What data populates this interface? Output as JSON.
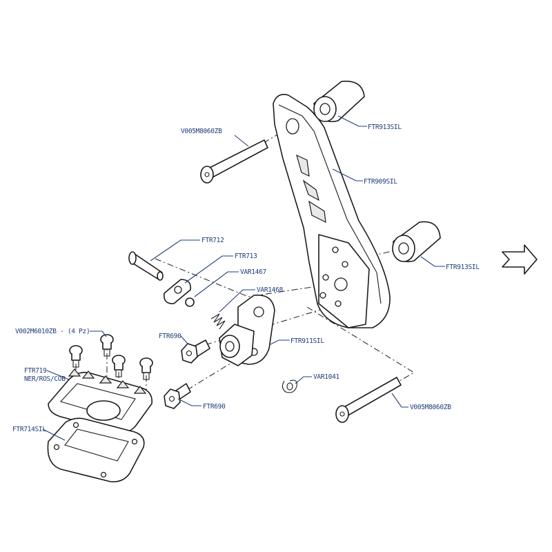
{
  "labels": {
    "v005_top": "V005M8060ZB",
    "ftr913_top": "FTR913SIL",
    "ftr909": "FTR909SIL",
    "ftr913_mid": "FTR913SIL",
    "ftr712": "FTR712",
    "ftr713": "FTR713",
    "var1467": "VAR1467",
    "var1468": "VAR1468",
    "v002": "V002M6010ZB - (4 Pz)",
    "ftr690_a": "FTR690",
    "ftr911": "FTR911SIL",
    "ftr719_line1": "FTR719",
    "ftr719_line2": "NER/ROS/COB",
    "var1041": "VAR1041",
    "ftr690_b": "FTR690",
    "v005_bottom": "V005M8060ZB",
    "ftr714": "FTR714SIL"
  },
  "colors": {
    "label": "#1f3b7a",
    "line": "#1a1a1a"
  }
}
